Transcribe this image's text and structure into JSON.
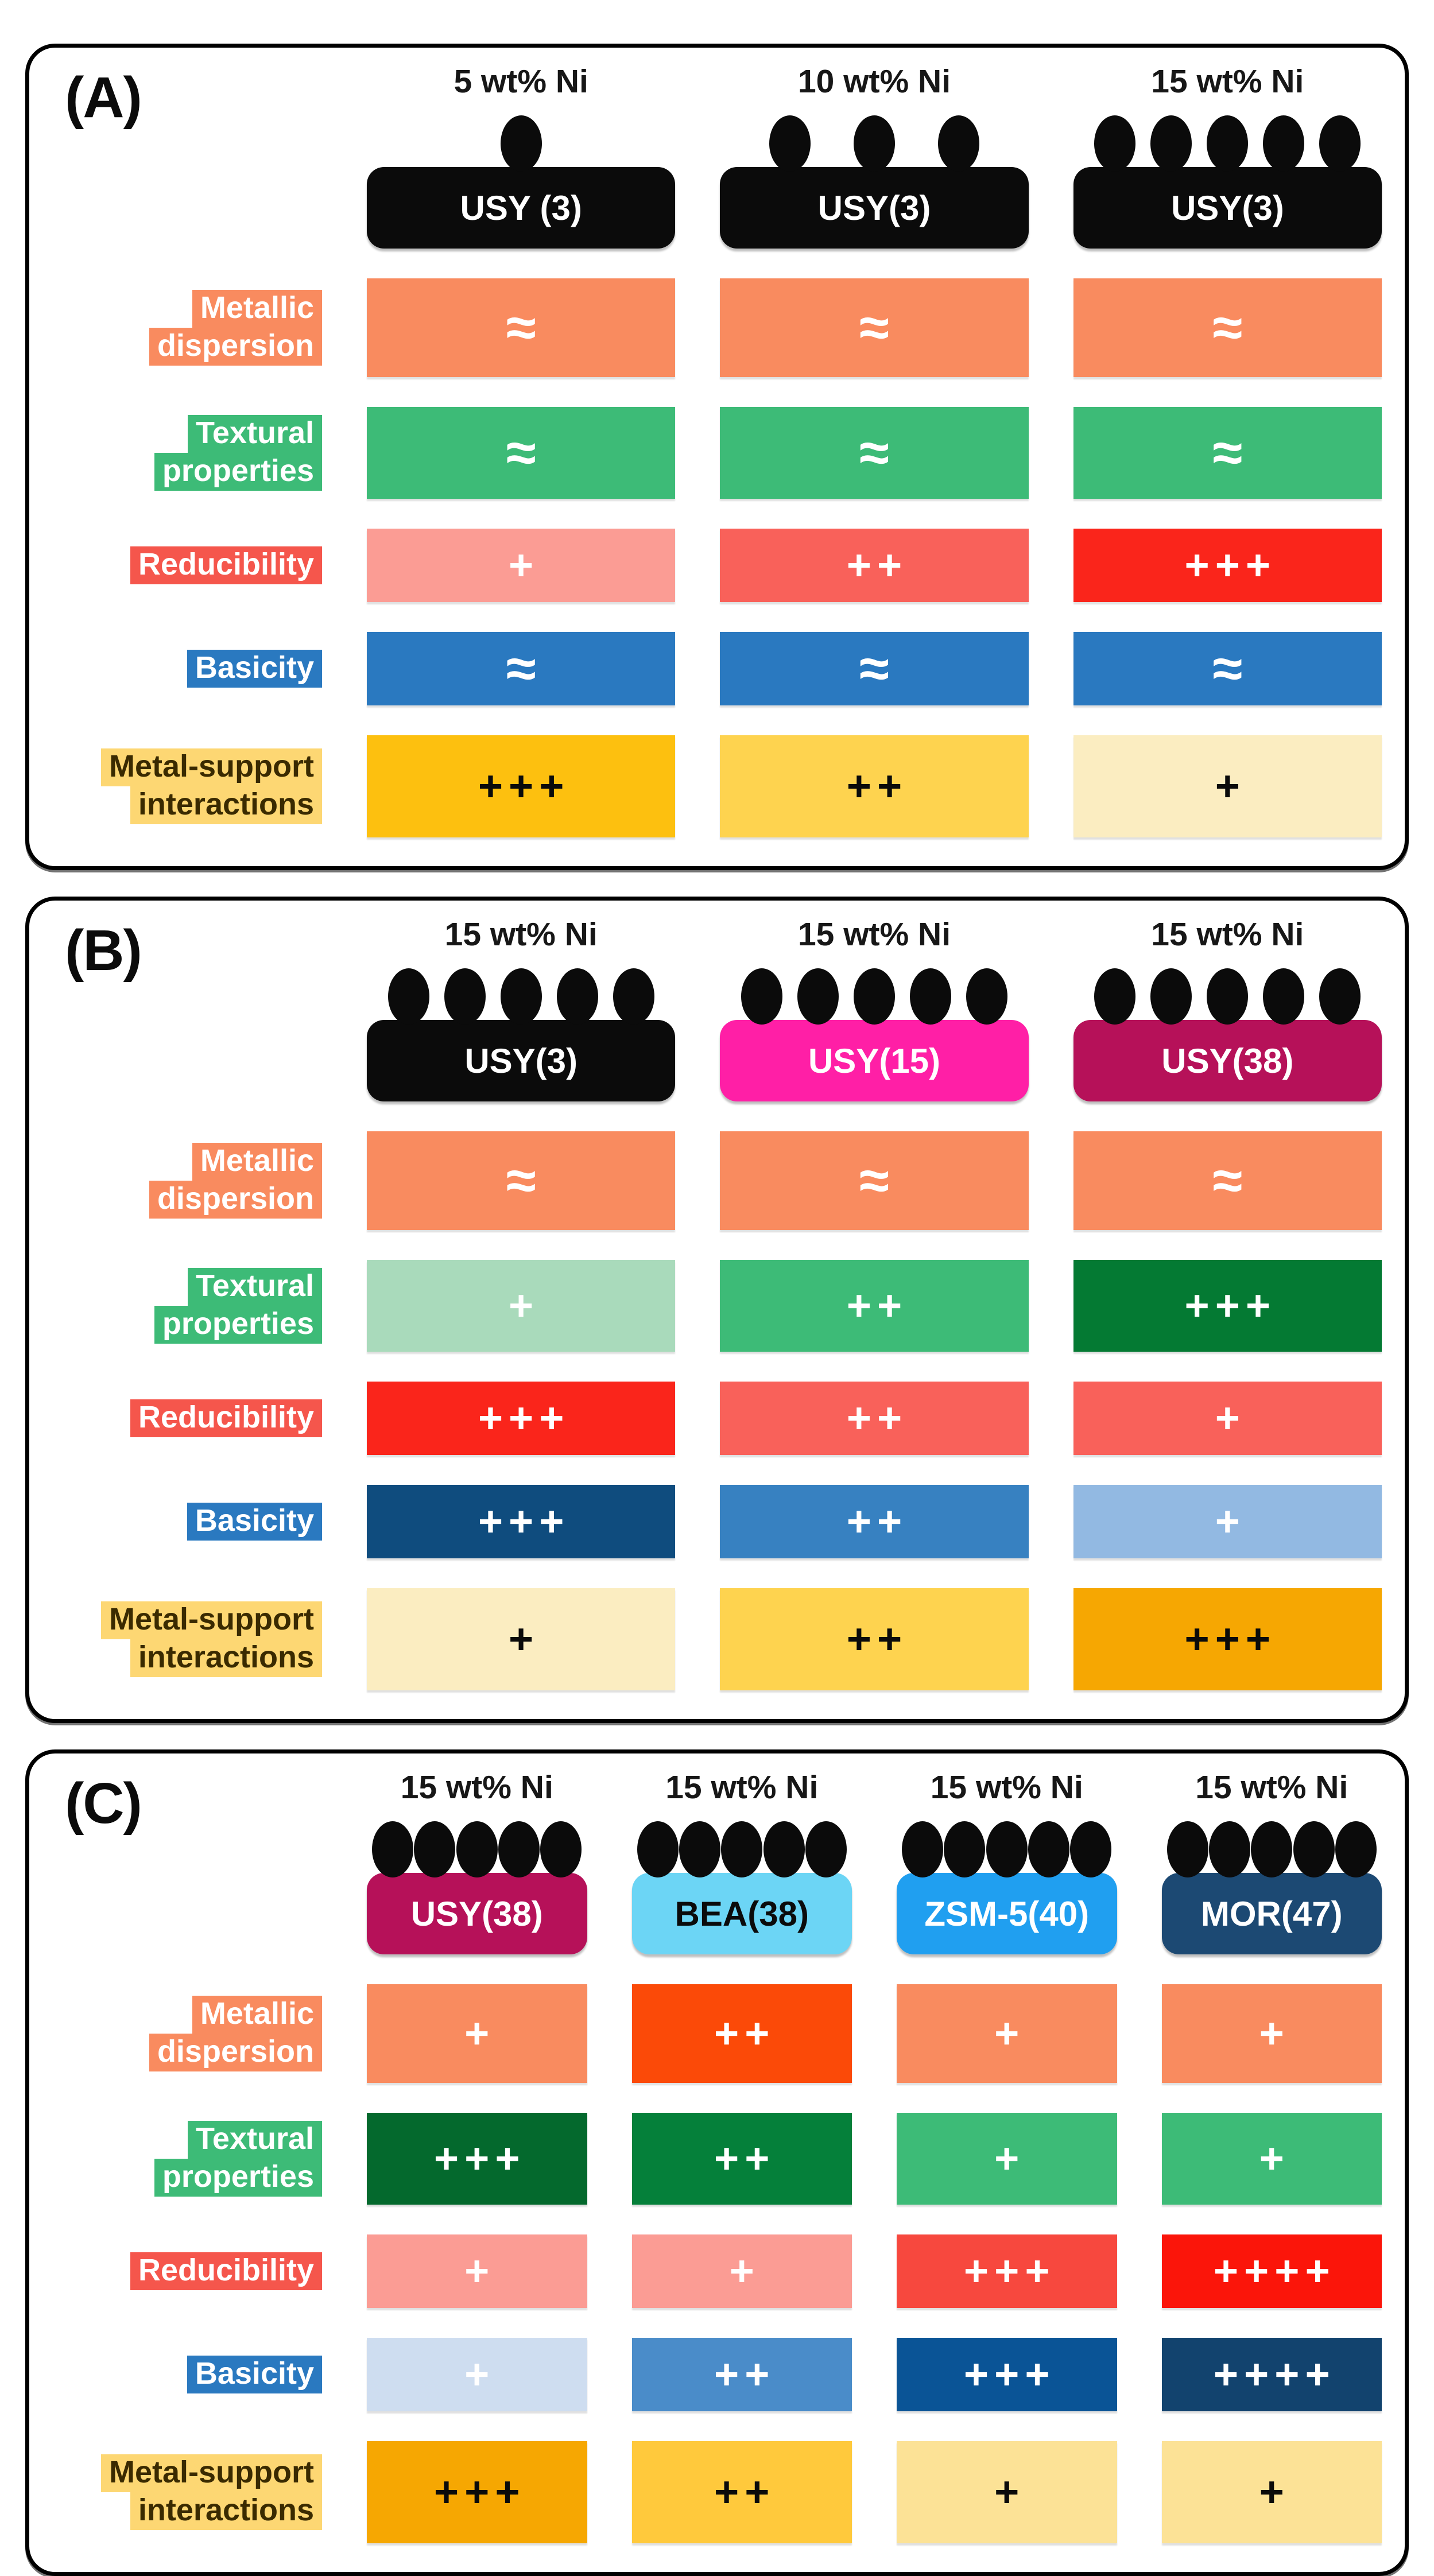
{
  "figure": {
    "description": "Comparative property diagram for Ni catalysts on zeolite supports",
    "approx_symbol": "≈",
    "panels": [
      {
        "id": "A",
        "label": "(A)",
        "columns": [
          {
            "title": "5 wt% Ni",
            "dots": 1,
            "support": {
              "text": "USY (3)",
              "bg": "#0b0b0b",
              "color": "#ffffff"
            }
          },
          {
            "title": "10 wt% Ni",
            "dots": 3,
            "support": {
              "text": "USY(3)",
              "bg": "#0b0b0b",
              "color": "#ffffff"
            }
          },
          {
            "title": "15 wt% Ni",
            "dots": 5,
            "support": {
              "text": "USY(3)",
              "bg": "#0b0b0b",
              "color": "#ffffff"
            }
          }
        ],
        "rows": [
          {
            "name": "metallic-dispersion",
            "lines": [
              "Metallic",
              "dispersion"
            ],
            "label_bg": "#F98B5F",
            "label_color": "#ffffff",
            "symbol_color": "#ffffff",
            "height": 172,
            "cells": [
              {
                "text": "≈",
                "bg": "#F98B5F"
              },
              {
                "text": "≈",
                "bg": "#F98B5F"
              },
              {
                "text": "≈",
                "bg": "#F98B5F"
              }
            ]
          },
          {
            "name": "textural-properties",
            "lines": [
              "Textural",
              "properties"
            ],
            "label_bg": "#3DBB77",
            "label_color": "#ffffff",
            "symbol_color": "#ffffff",
            "height": 160,
            "cells": [
              {
                "text": "≈",
                "bg": "#3DBB77"
              },
              {
                "text": "≈",
                "bg": "#3DBB77"
              },
              {
                "text": "≈",
                "bg": "#3DBB77"
              }
            ]
          },
          {
            "name": "reducibility",
            "lines": [
              "Reducibility"
            ],
            "label_bg": "#F5564C",
            "label_color": "#ffffff",
            "symbol_color": "#ffffff",
            "height": 128,
            "cells": [
              {
                "text": "+",
                "bg": "#FB9C94"
              },
              {
                "text": "++",
                "bg": "#F9615A"
              },
              {
                "text": "+++",
                "bg": "#FA251B"
              }
            ]
          },
          {
            "name": "basicity",
            "lines": [
              "Basicity"
            ],
            "label_bg": "#2A79C0",
            "label_color": "#ffffff",
            "symbol_color": "#ffffff",
            "height": 128,
            "cells": [
              {
                "text": "≈",
                "bg": "#2A79C0"
              },
              {
                "text": "≈",
                "bg": "#2A79C0"
              },
              {
                "text": "≈",
                "bg": "#2A79C0"
              }
            ]
          },
          {
            "name": "metal-support-interactions",
            "lines": [
              "Metal-support",
              "interactions"
            ],
            "label_bg": "#FDD773",
            "label_color": "#3A2A00",
            "symbol_color": "#0b0b0b",
            "height": 178,
            "cells": [
              {
                "text": "+++",
                "bg": "#FDC00F"
              },
              {
                "text": "++",
                "bg": "#FED34F"
              },
              {
                "text": "+",
                "bg": "#FBEDC1"
              }
            ]
          }
        ]
      },
      {
        "id": "B",
        "label": "(B)",
        "columns": [
          {
            "title": "15 wt% Ni",
            "dots": 5,
            "support": {
              "text": "USY(3)",
              "bg": "#0b0b0b",
              "color": "#ffffff"
            }
          },
          {
            "title": "15 wt% Ni",
            "dots": 5,
            "support": {
              "text": "USY(15)",
              "bg": "#FF1FA6",
              "color": "#ffffff"
            }
          },
          {
            "title": "15 wt% Ni",
            "dots": 5,
            "support": {
              "text": "USY(38)",
              "bg": "#B61159",
              "color": "#ffffff"
            }
          }
        ],
        "rows": [
          {
            "name": "metallic-dispersion",
            "lines": [
              "Metallic",
              "dispersion"
            ],
            "label_bg": "#F98B5F",
            "label_color": "#ffffff",
            "symbol_color": "#ffffff",
            "height": 172,
            "cells": [
              {
                "text": "≈",
                "bg": "#F98B5F"
              },
              {
                "text": "≈",
                "bg": "#F98B5F"
              },
              {
                "text": "≈",
                "bg": "#F98B5F"
              }
            ]
          },
          {
            "name": "textural-properties",
            "lines": [
              "Textural",
              "properties"
            ],
            "label_bg": "#3DBB77",
            "label_color": "#ffffff",
            "symbol_color": "#ffffff",
            "height": 160,
            "cells": [
              {
                "text": "+",
                "bg": "#A9DABB"
              },
              {
                "text": "++",
                "bg": "#3DBB77"
              },
              {
                "text": "+++",
                "bg": "#047A33"
              }
            ]
          },
          {
            "name": "reducibility",
            "lines": [
              "Reducibility"
            ],
            "label_bg": "#F5564C",
            "label_color": "#ffffff",
            "symbol_color": "#ffffff",
            "height": 128,
            "cells": [
              {
                "text": "+++",
                "bg": "#FA251B"
              },
              {
                "text": "++",
                "bg": "#F9615A"
              },
              {
                "text": "+",
                "bg": "#F9615A"
              }
            ]
          },
          {
            "name": "basicity",
            "lines": [
              "Basicity"
            ],
            "label_bg": "#2A79C0",
            "label_color": "#ffffff",
            "symbol_color": "#ffffff",
            "height": 128,
            "cells": [
              {
                "text": "+++",
                "bg": "#0F4C7E"
              },
              {
                "text": "++",
                "bg": "#3781C1"
              },
              {
                "text": "+",
                "bg": "#92B9E2"
              }
            ]
          },
          {
            "name": "metal-support-interactions",
            "lines": [
              "Metal-support",
              "interactions"
            ],
            "label_bg": "#FDD773",
            "label_color": "#3A2A00",
            "symbol_color": "#0b0b0b",
            "height": 178,
            "cells": [
              {
                "text": "+",
                "bg": "#FBEDC1"
              },
              {
                "text": "++",
                "bg": "#FED34F"
              },
              {
                "text": "+++",
                "bg": "#F6A702"
              }
            ]
          }
        ]
      },
      {
        "id": "C",
        "label": "(C)",
        "columns": [
          {
            "title": "15 wt% Ni",
            "dots": 5,
            "support": {
              "text": "USY(38)",
              "bg": "#B61159",
              "color": "#ffffff"
            }
          },
          {
            "title": "15 wt% Ni",
            "dots": 5,
            "support": {
              "text": "BEA(38)",
              "bg": "#6CD5F5",
              "color": "#0b0b0b"
            }
          },
          {
            "title": "15 wt% Ni",
            "dots": 5,
            "support": {
              "text": "ZSM-5(40)",
              "bg": "#209FF0",
              "color": "#ffffff"
            }
          },
          {
            "title": "15 wt% Ni",
            "dots": 5,
            "support": {
              "text": "MOR(47)",
              "bg": "#1C4973",
              "color": "#ffffff"
            }
          }
        ],
        "rows": [
          {
            "name": "metallic-dispersion",
            "lines": [
              "Metallic",
              "dispersion"
            ],
            "label_bg": "#F98B5F",
            "label_color": "#ffffff",
            "symbol_color": "#ffffff",
            "height": 172,
            "cells": [
              {
                "text": "+",
                "bg": "#F98B5F"
              },
              {
                "text": "++",
                "bg": "#FB4A08"
              },
              {
                "text": "+",
                "bg": "#F98B5F"
              },
              {
                "text": "+",
                "bg": "#F98B5F"
              }
            ]
          },
          {
            "name": "textural-properties",
            "lines": [
              "Textural",
              "properties"
            ],
            "label_bg": "#3DBB77",
            "label_color": "#ffffff",
            "symbol_color": "#ffffff",
            "height": 160,
            "cells": [
              {
                "text": "+++",
                "bg": "#04692D"
              },
              {
                "text": "++",
                "bg": "#05803A"
              },
              {
                "text": "+",
                "bg": "#3DBB77"
              },
              {
                "text": "+",
                "bg": "#3DBB77"
              }
            ]
          },
          {
            "name": "reducibility",
            "lines": [
              "Reducibility"
            ],
            "label_bg": "#F5564C",
            "label_color": "#ffffff",
            "symbol_color": "#ffffff",
            "height": 128,
            "cells": [
              {
                "text": "+",
                "bg": "#FB9C94"
              },
              {
                "text": "+",
                "bg": "#FB9C94"
              },
              {
                "text": "+++",
                "bg": "#F7483E"
              },
              {
                "text": "++++",
                "bg": "#FB150A"
              }
            ]
          },
          {
            "name": "basicity",
            "lines": [
              "Basicity"
            ],
            "label_bg": "#2A79C0",
            "label_color": "#ffffff",
            "symbol_color": "#ffffff",
            "height": 128,
            "cells": [
              {
                "text": "+",
                "bg": "#CEDDF0"
              },
              {
                "text": "++",
                "bg": "#4A8CC9"
              },
              {
                "text": "+++",
                "bg": "#0A5496"
              },
              {
                "text": "++++",
                "bg": "#12436E"
              }
            ]
          },
          {
            "name": "metal-support-interactions",
            "lines": [
              "Metal-support",
              "interactions"
            ],
            "label_bg": "#FDD773",
            "label_color": "#3A2A00",
            "symbol_color": "#0b0b0b",
            "height": 178,
            "cells": [
              {
                "text": "+++",
                "bg": "#F6A702"
              },
              {
                "text": "++",
                "bg": "#FFC93C"
              },
              {
                "text": "+",
                "bg": "#FCE296"
              },
              {
                "text": "+",
                "bg": "#FCE296"
              }
            ]
          }
        ]
      }
    ]
  }
}
